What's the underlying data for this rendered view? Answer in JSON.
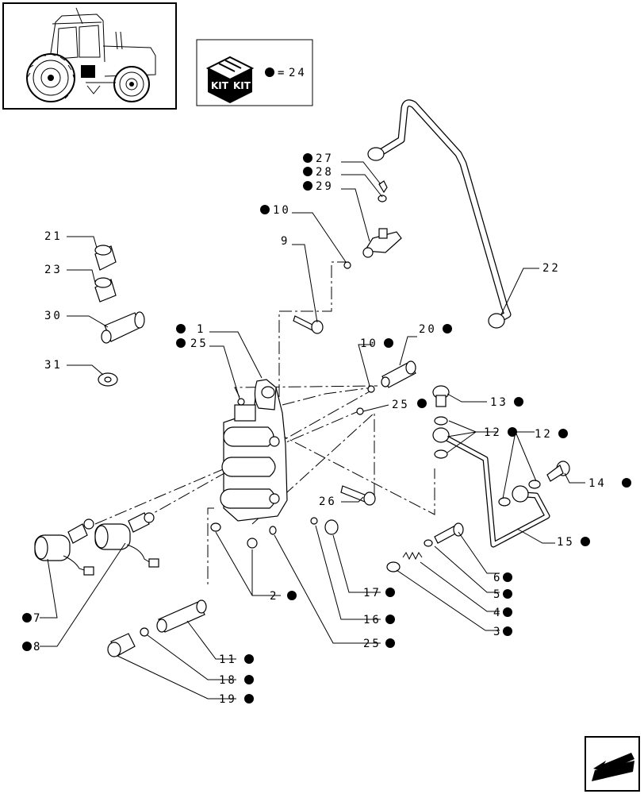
{
  "kit_box": {
    "kit_word_left": "KIT",
    "kit_word_right": "KIT",
    "equals": "=",
    "kit_number": "24"
  },
  "colors": {
    "ink": "#000000",
    "paper": "#ffffff"
  },
  "callouts": [
    {
      "id": "c27",
      "text": "27",
      "dot": true
    },
    {
      "id": "c28",
      "text": "28",
      "dot": true
    },
    {
      "id": "c29",
      "text": "29",
      "dot": true
    },
    {
      "id": "c10a",
      "text": "10",
      "dot": true
    },
    {
      "id": "c9",
      "text": "9",
      "dot": false
    },
    {
      "id": "c21",
      "text": "21",
      "dot": false
    },
    {
      "id": "c23",
      "text": "23",
      "dot": false
    },
    {
      "id": "c30",
      "text": "30",
      "dot": false
    },
    {
      "id": "c31",
      "text": "31",
      "dot": false
    },
    {
      "id": "c22",
      "text": "22",
      "dot": false
    },
    {
      "id": "c1",
      "text": "1",
      "dot": true
    },
    {
      "id": "c25a",
      "text": "25",
      "dot": true
    },
    {
      "id": "c10b",
      "text": "10",
      "dot": true
    },
    {
      "id": "c20",
      "text": "20",
      "dot": true
    },
    {
      "id": "c13",
      "text": "13",
      "dot": true
    },
    {
      "id": "c25b",
      "text": "25",
      "dot": true
    },
    {
      "id": "c12a",
      "text": "12",
      "dot": true
    },
    {
      "id": "c12b",
      "text": "12",
      "dot": true
    },
    {
      "id": "c14",
      "text": "14",
      "dot": true
    },
    {
      "id": "c26",
      "text": "26",
      "dot": false
    },
    {
      "id": "c15",
      "text": "15",
      "dot": true
    },
    {
      "id": "c6",
      "text": "6",
      "dot": true
    },
    {
      "id": "c5",
      "text": "5",
      "dot": true
    },
    {
      "id": "c4",
      "text": "4",
      "dot": true
    },
    {
      "id": "c3",
      "text": "3",
      "dot": true
    },
    {
      "id": "c2",
      "text": "2",
      "dot": true
    },
    {
      "id": "c17",
      "text": "17",
      "dot": true
    },
    {
      "id": "c16",
      "text": "16",
      "dot": true
    },
    {
      "id": "c25c",
      "text": "25",
      "dot": true
    },
    {
      "id": "c7",
      "text": "7",
      "dot": true
    },
    {
      "id": "c8",
      "text": "8",
      "dot": true
    },
    {
      "id": "c11",
      "text": "11",
      "dot": true
    },
    {
      "id": "c18",
      "text": "18",
      "dot": true
    },
    {
      "id": "c19",
      "text": "19",
      "dot": true
    }
  ]
}
